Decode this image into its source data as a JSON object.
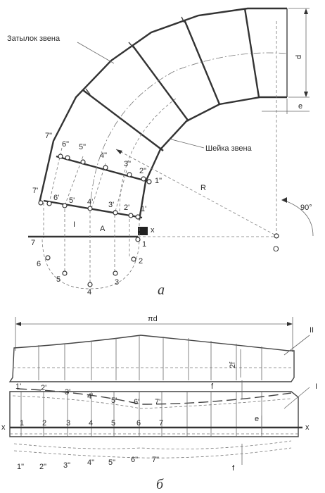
{
  "top_labels": {
    "zatylok": "Затылок звена",
    "sheika": "Шейка звена",
    "d": "d",
    "e": "e",
    "R": "R",
    "angle": "90°",
    "O": "O",
    "x": "x",
    "I": "I",
    "A": "A",
    "caption": "а"
  },
  "points_plain": [
    "1",
    "2",
    "3",
    "4",
    "5",
    "6",
    "7"
  ],
  "points_prime": [
    "1'",
    "2'",
    "3'",
    "4'",
    "5'",
    "6'",
    "7'"
  ],
  "points_dprime": [
    "1\"",
    "2\"",
    "3\"",
    "4\"",
    "5\"",
    "6\"",
    "7\""
  ],
  "bottom_labels": {
    "pid": "πd",
    "II": "II",
    "I": "I",
    "twof": "2f",
    "f1": "f",
    "e": "e",
    "f2": "f",
    "x_left": "x",
    "x_right": "x",
    "caption": "б"
  },
  "colors": {
    "line": "#333333",
    "fill": "#ffffff",
    "marker": "#222222"
  }
}
